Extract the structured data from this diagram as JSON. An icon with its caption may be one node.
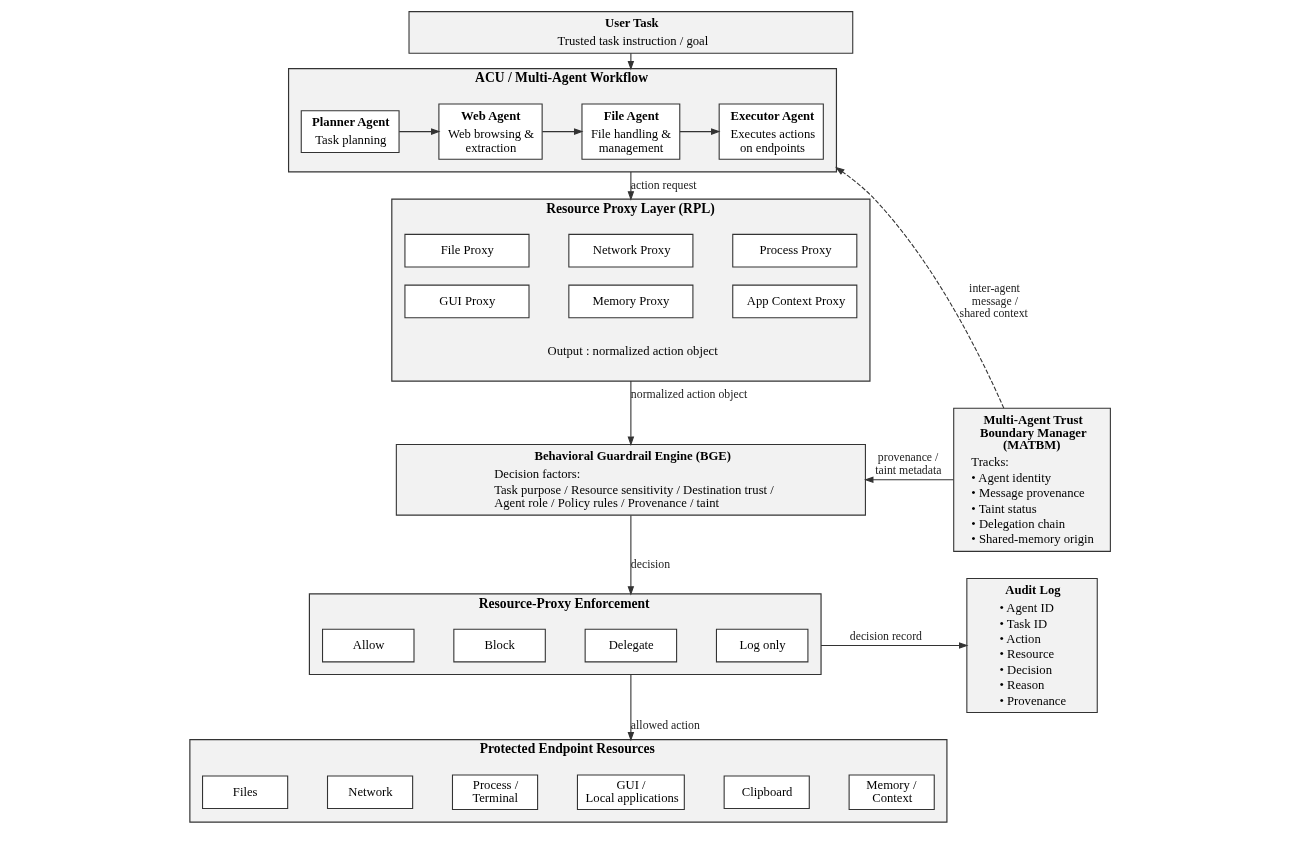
{
  "diagram": {
    "nodes": [
      {
        "text": [
          "User Task",
          "Trusted task instruction / goal"
        ]
      },
      {
        "text": [
          "ACU / Multi-Agent Workflow"
        ]
      },
      {
        "text": [
          "Planner Agent",
          "Task planning"
        ],
        "in": 1
      },
      {
        "text": [
          "Web Agent",
          "Web browsing & extraction"
        ],
        "in": 1
      },
      {
        "text": [
          "File Agent",
          "File handling & management"
        ],
        "in": 1
      },
      {
        "text": [
          "Executor Agent",
          "Executes actions on endpoints"
        ],
        "in": 1
      },
      {
        "text": [
          "Multi-Agent Trust Boundary Manager (MATBM)",
          "Tracks:",
          "• Agent identity",
          "• Message provenance",
          "• Taint status",
          "• Delegation chain",
          "• Shared-memory origin"
        ]
      },
      {
        "text": [
          "Resource Proxy Layer (RPL)",
          "Output : normalized action object"
        ]
      },
      {
        "text": [
          "File Proxy"
        ],
        "in": 7
      },
      {
        "text": [
          "Network Proxy"
        ],
        "in": 7
      },
      {
        "text": [
          "Process Proxy"
        ],
        "in": 7
      },
      {
        "text": [
          "GUI Proxy"
        ],
        "in": 7
      },
      {
        "text": [
          "Memory Proxy"
        ],
        "in": 7
      },
      {
        "text": [
          "App Context Proxy"
        ],
        "in": 7
      },
      {
        "text": [
          "Behavioral Guardrail Engine (BGE)",
          "Decision factors:",
          "Task purpose / Resource sensitivity / Destination trust / Agent role / Policy rules / Provenance / taint"
        ]
      },
      {
        "text": [
          "Resource-Proxy Enforcement"
        ]
      },
      {
        "text": [
          "Allow"
        ],
        "in": 15
      },
      {
        "text": [
          "Block"
        ],
        "in": 15
      },
      {
        "text": [
          "Delegate"
        ],
        "in": 15
      },
      {
        "text": [
          "Log only"
        ],
        "in": 15
      },
      {
        "text": [
          "Audit Log",
          "• Agent ID",
          "• Task ID",
          "• Action",
          "• Resource",
          "• Decision",
          "• Reason",
          "• Provenance"
        ]
      },
      {
        "text": [
          "Protected Endpoint Resources"
        ]
      },
      {
        "text": [
          "Files"
        ],
        "in": 21
      },
      {
        "text": [
          "Network"
        ],
        "in": 21
      },
      {
        "text": [
          "Process / Terminal"
        ],
        "in": 21
      },
      {
        "text": [
          "GUI / Local applications"
        ],
        "in": 21
      },
      {
        "text": [
          "Clipboard"
        ],
        "in": 21
      },
      {
        "text": [
          "Memory / Context"
        ],
        "in": 21
      }
    ],
    "edges": [
      {
        "from": 0,
        "to": 1,
        "arrow": "to"
      },
      {
        "from": 2,
        "to": 3,
        "arrow": "to"
      },
      {
        "from": 3,
        "to": 4,
        "arrow": "to"
      },
      {
        "from": 4,
        "to": 5,
        "arrow": "to"
      },
      {
        "from": 6,
        "to": 1,
        "arrow": "to",
        "label": "inter-agent message / shared context",
        "style": "dashed"
      },
      {
        "from": 1,
        "to": 7,
        "arrow": "to",
        "label": "action request"
      },
      {
        "from": 7,
        "to": 14,
        "arrow": "to",
        "label": "normalized action object"
      },
      {
        "from": 6,
        "to": 14,
        "arrow": "to",
        "label": "provenance / taint metadata"
      },
      {
        "from": 14,
        "to": 15,
        "arrow": "to",
        "label": "decision"
      },
      {
        "from": 15,
        "to": 20,
        "arrow": "to",
        "label": "decision record"
      },
      {
        "from": 15,
        "to": 21,
        "arrow": "to",
        "label": "allowed action"
      }
    ]
  }
}
